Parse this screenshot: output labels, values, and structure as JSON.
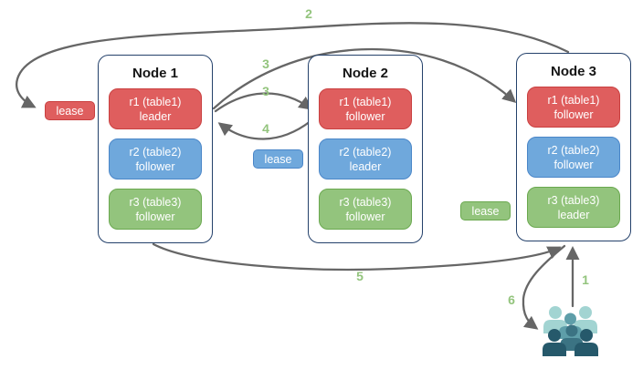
{
  "diagram": {
    "nodes": [
      {
        "title": "Node 1",
        "replicas": [
          {
            "name": "r1 (table1)",
            "role": "leader"
          },
          {
            "name": "r2 (table2)",
            "role": "follower"
          },
          {
            "name": "r3 (table3)",
            "role": "follower"
          }
        ]
      },
      {
        "title": "Node 2",
        "replicas": [
          {
            "name": "r1 (table1)",
            "role": "follower"
          },
          {
            "name": "r2 (table2)",
            "role": "leader"
          },
          {
            "name": "r3 (table3)",
            "role": "follower"
          }
        ]
      },
      {
        "title": "Node 3",
        "replicas": [
          {
            "name": "r1 (table1)",
            "role": "follower"
          },
          {
            "name": "r2 (table2)",
            "role": "follower"
          },
          {
            "name": "r3 (table3)",
            "role": "leader"
          }
        ]
      }
    ],
    "leases": {
      "table1": "lease",
      "table2": "lease",
      "table3": "lease"
    },
    "step_labels": {
      "s1": "1",
      "s2": "2",
      "s3a": "3",
      "s3b": "3",
      "s4": "4",
      "s5": "5",
      "s6": "6"
    },
    "icons": {
      "users": "users-group-icon"
    },
    "colors": {
      "table1_fill": "#df5e5e",
      "table1_border": "#c94040",
      "table2_fill": "#6fa8dc",
      "table2_border": "#4a86c8",
      "table3_fill": "#93c47d",
      "table3_border": "#6aa84f",
      "arrow": "#666666",
      "step_label": "#93c47d",
      "node_border": "#24416b",
      "users_light": "#a2d4d2",
      "users_medium": "#5e9ea9",
      "users_middark": "#3b7383",
      "users_dark": "#26596b"
    }
  }
}
